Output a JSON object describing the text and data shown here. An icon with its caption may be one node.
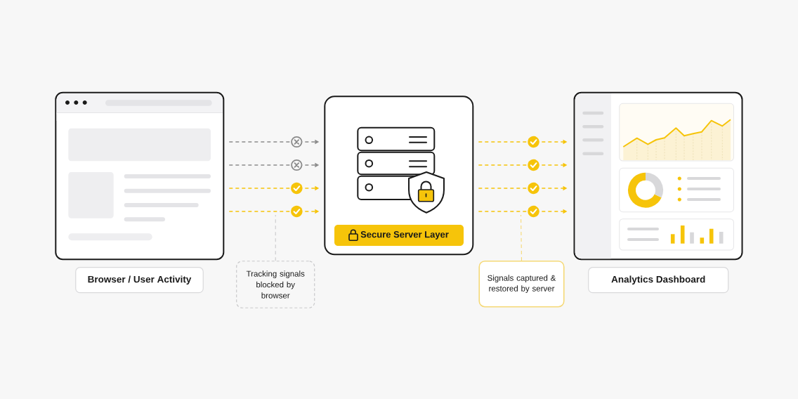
{
  "diagram": {
    "nodes": [
      {
        "text": [],
        "shape": "picture"
      },
      {
        "text": [
          "Browser / User Activity"
        ]
      },
      {
        "text": [],
        "shape": "box"
      },
      {
        "text": [
          "Secure Server Layer"
        ],
        "in": 2
      },
      {
        "text": [],
        "shape": "picture"
      },
      {
        "text": [
          "Analytics Dashboard"
        ]
      },
      {
        "text": [
          "Tracking signals blocked by browser"
        ]
      },
      {
        "text": [
          "Signals captured & restored by server"
        ]
      }
    ],
    "edges": [
      {
        "from": 0,
        "to": 2,
        "arrow": "to",
        "style": "dashed",
        "color": "#8c8c8c"
      },
      {
        "from": 0,
        "to": 2,
        "arrow": "to",
        "style": "dashed",
        "color": "#8c8c8c"
      },
      {
        "from": 0,
        "to": 2,
        "arrow": "to",
        "style": "dashed",
        "color": "#f6c40a"
      },
      {
        "from": 0,
        "to": 2,
        "arrow": "to",
        "style": "dashed",
        "color": "#f6c40a"
      },
      {
        "from": 2,
        "to": 4,
        "arrow": "to",
        "style": "dashed",
        "color": "#f6c40a"
      },
      {
        "from": 2,
        "to": 4,
        "arrow": "to",
        "style": "dashed",
        "color": "#f6c40a"
      },
      {
        "from": 2,
        "to": 4,
        "arrow": "to",
        "style": "dashed",
        "color": "#f6c40a"
      },
      {
        "from": 2,
        "to": 4,
        "arrow": "to",
        "style": "dashed",
        "color": "#f6c40a"
      },
      {
        "from": 6,
        "to": null,
        "arrow": "none",
        "style": "dashed",
        "color": "#c9c9cb"
      },
      {
        "from": 7,
        "to": null,
        "arrow": "none",
        "style": "dashed",
        "color": "#f5d977"
      }
    ]
  }
}
